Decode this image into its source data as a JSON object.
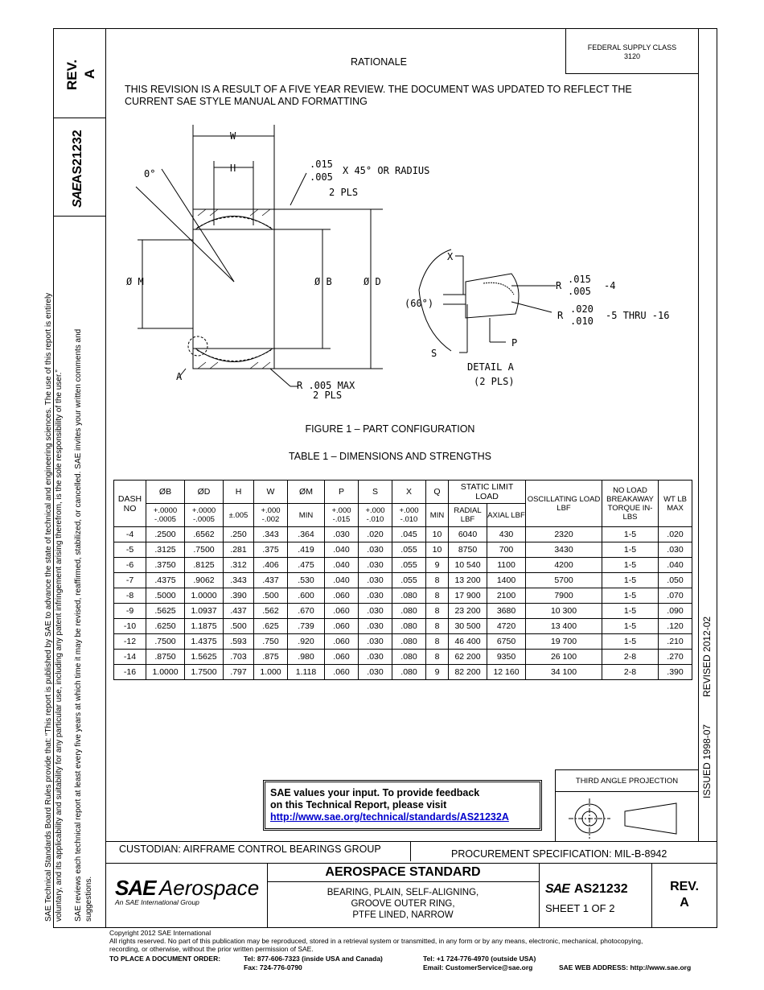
{
  "rev_box": {
    "label": "REV.",
    "value": "A"
  },
  "doc_box": {
    "logo": "SAE",
    "number": "AS21232"
  },
  "supply": {
    "line1": "FEDERAL SUPPLY CLASS",
    "line2": "3120"
  },
  "rationale": {
    "title": "RATIONALE",
    "text": "THIS REVISION IS A RESULT OF A FIVE YEAR REVIEW. THE DOCUMENT WAS UPDATED TO REFLECT THE CURRENT SAE STYLE MANUAL AND FORMATTING"
  },
  "side_notice": {
    "line1": "SAE Technical Standards Board Rules provide that: “This report is published by SAE to advance the state of technical and engineering sciences. The use of this report is entirely",
    "line2": "voluntary, and its applicability and suitability for any particular use, including any patent infringement arising therefrom, is the sole responsibility of the user.”",
    "line3": "SAE reviews each technical report at least every five years at which time it may be revised, reaffirmed, stabilized, or cancelled. SAE invites your written comments and",
    "line4": "suggestions."
  },
  "right_strip": {
    "revised": "REVISED 2012-02",
    "issued": "ISSUED 1998-07"
  },
  "drawing": {
    "w": "W",
    "h": "H",
    "angle": "0°",
    "chamfer1": ".015",
    "chamfer2": ".005",
    "chamfer3": "X 45° OR RADIUS",
    "chamfer4": "2 PLS",
    "dia_m": "Ø M",
    "dia_b": "Ø B",
    "dia_d": "Ø D",
    "a": "A",
    "radius1": "R .005 MAX",
    "radius2": "2 PLS",
    "x": "X",
    "s": "S",
    "p": "P",
    "angle60": "(60°)",
    "r": "R",
    "r1a": ".015",
    "r1b": ".005",
    "r1c": "-4",
    "r2a": ".020",
    "r2b": ".010",
    "r2c": "-5 THRU -16",
    "detail": "DETAIL A",
    "detail2": "(2 PLS)"
  },
  "figure_caption": "FIGURE 1 – PART CONFIGURATION",
  "table_caption": "TABLE 1 – DIMENSIONS AND STRENGTHS",
  "table": {
    "h": {
      "dash": "DASH NO",
      "b": "ØB",
      "d": "ØD",
      "hh": "H",
      "w": "W",
      "m": "ØM",
      "p": "P",
      "s": "S",
      "x": "X",
      "q": "Q",
      "static": "STATIC LIMIT LOAD",
      "osc": "OSCILLATING LOAD LBF",
      "noload": "NO LOAD BREAKAWAY TORQUE IN-LBS",
      "wt": "WT LB MAX"
    },
    "sub": {
      "b": "+.0000 -.0005",
      "d": "+.0000 -.0005",
      "hh": "±.005",
      "w": "+.000 -.002",
      "m": "MIN",
      "p": "+.000 -.015",
      "s": "+.000 -.010",
      "x": "+.000 -.010",
      "q": "MIN",
      "radial": "RADIAL LBF",
      "axial": "AXIAL LBF"
    },
    "rows": [
      [
        "-4",
        ".2500",
        ".6562",
        ".250",
        ".343",
        ".364",
        ".030",
        ".020",
        ".045",
        "10",
        "6040",
        "430",
        "2320",
        "1-5",
        ".020"
      ],
      [
        "-5",
        ".3125",
        ".7500",
        ".281",
        ".375",
        ".419",
        ".040",
        ".030",
        ".055",
        "10",
        "8750",
        "700",
        "3430",
        "1-5",
        ".030"
      ],
      [
        "-6",
        ".3750",
        ".8125",
        ".312",
        ".406",
        ".475",
        ".040",
        ".030",
        ".055",
        "9",
        "10 540",
        "1100",
        "4200",
        "1-5",
        ".040"
      ],
      [
        "-7",
        ".4375",
        ".9062",
        ".343",
        ".437",
        ".530",
        ".040",
        ".030",
        ".055",
        "8",
        "13 200",
        "1400",
        "5700",
        "1-5",
        ".050"
      ],
      [
        "-8",
        ".5000",
        "1.0000",
        ".390",
        ".500",
        ".600",
        ".060",
        ".030",
        ".080",
        "8",
        "17 900",
        "2100",
        "7900",
        "1-5",
        ".070"
      ],
      [
        "-9",
        ".5625",
        "1.0937",
        ".437",
        ".562",
        ".670",
        ".060",
        ".030",
        ".080",
        "8",
        "23 200",
        "3680",
        "10 300",
        "1-5",
        ".090"
      ],
      [
        "-10",
        ".6250",
        "1.1875",
        ".500",
        ".625",
        ".739",
        ".060",
        ".030",
        ".080",
        "8",
        "30 500",
        "4720",
        "13 400",
        "1-5",
        ".120"
      ],
      [
        "-12",
        ".7500",
        "1.4375",
        ".593",
        ".750",
        ".920",
        ".060",
        ".030",
        ".080",
        "8",
        "46 400",
        "6750",
        "19 700",
        "1-5",
        ".210"
      ],
      [
        "-14",
        ".8750",
        "1.5625",
        ".703",
        ".875",
        ".980",
        ".060",
        ".030",
        ".080",
        "8",
        "62 200",
        "9350",
        "26 100",
        "2-8",
        ".270"
      ],
      [
        "-16",
        "1.0000",
        "1.7500",
        ".797",
        "1.000",
        "1.118",
        ".060",
        ".030",
        ".080",
        "9",
        "82 200",
        "12 160",
        "34 100",
        "2-8",
        ".390"
      ]
    ]
  },
  "feedback": {
    "line1": "SAE values your input. To provide feedback",
    "line2": "on this Technical Report, please visit",
    "link": "http://www.sae.org/technical/standards/AS21232A"
  },
  "third_angle": "THIRD ANGLE PROJECTION",
  "custodian": "CUSTODIAN: AIRFRAME CONTROL BEARINGS GROUP",
  "procurement": "PROCUREMENT SPECIFICATION: MIL-B-8942",
  "title_block": {
    "logo_sae": "SAE",
    "logo_aero": "Aerospace",
    "logo_sub": "An SAE International Group",
    "standard": "AEROSPACE STANDARD",
    "title1": "BEARING, PLAIN, SELF-ALIGNING,",
    "title2": "GROOVE OUTER RING,",
    "title3": "PTFE LINED, NARROW",
    "doc_logo": "SAE",
    "doc_number": "AS21232",
    "sheet": "SHEET 1 OF 2",
    "rev_label": "REV.",
    "rev_value": "A"
  },
  "footer": {
    "copyright": "Copyright 2012 SAE International",
    "rights1": "All rights reserved. No part of this publication may be reproduced, stored in a retrieval system or transmitted, in any form or by any means, electronic, mechanical, photocopying,",
    "rights2": "recording, or otherwise, without the prior written permission of SAE.",
    "order_label": "TO PLACE A DOCUMENT ORDER:",
    "tel1": "Tel: 877-606-7323 (inside USA and Canada)",
    "fax": "Fax: 724-776-0790",
    "tel2": "Tel: +1 724-776-4970 (outside USA)",
    "email": "Email: CustomerService@sae.org",
    "web": "SAE WEB ADDRESS: http://www.sae.org"
  }
}
